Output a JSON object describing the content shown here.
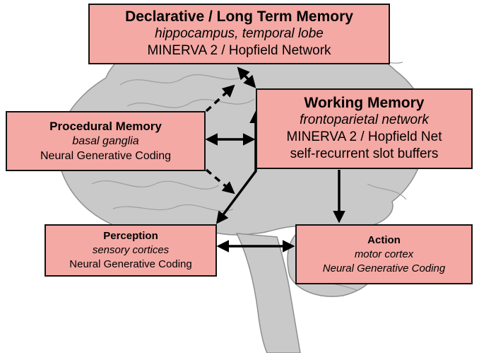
{
  "diagram": {
    "colors": {
      "box_fill": "#f4a9a4",
      "box_border": "#111111",
      "arrow": "#000000",
      "brain_background": "#bdbdbd"
    },
    "boxes": {
      "declarative": {
        "title": "Declarative / Long Term Memory",
        "region": "hippocampus, temporal lobe",
        "model": "MINERVA 2 / Hopfield Network"
      },
      "working": {
        "title": "Working Memory",
        "region": "frontoparietal network",
        "model": "MINERVA 2 / Hopfield Net",
        "model2": "self-recurrent slot buffers"
      },
      "procedural": {
        "title": "Procedural Memory",
        "region": "basal ganglia",
        "model": "Neural Generative Coding"
      },
      "perception": {
        "title": "Perception",
        "region": "sensory cortices",
        "model": "Neural Generative Coding"
      },
      "action": {
        "title": "Action",
        "region": "motor cortex",
        "model": "Neural Generative Coding"
      }
    },
    "background_image": "brain-illustration"
  }
}
